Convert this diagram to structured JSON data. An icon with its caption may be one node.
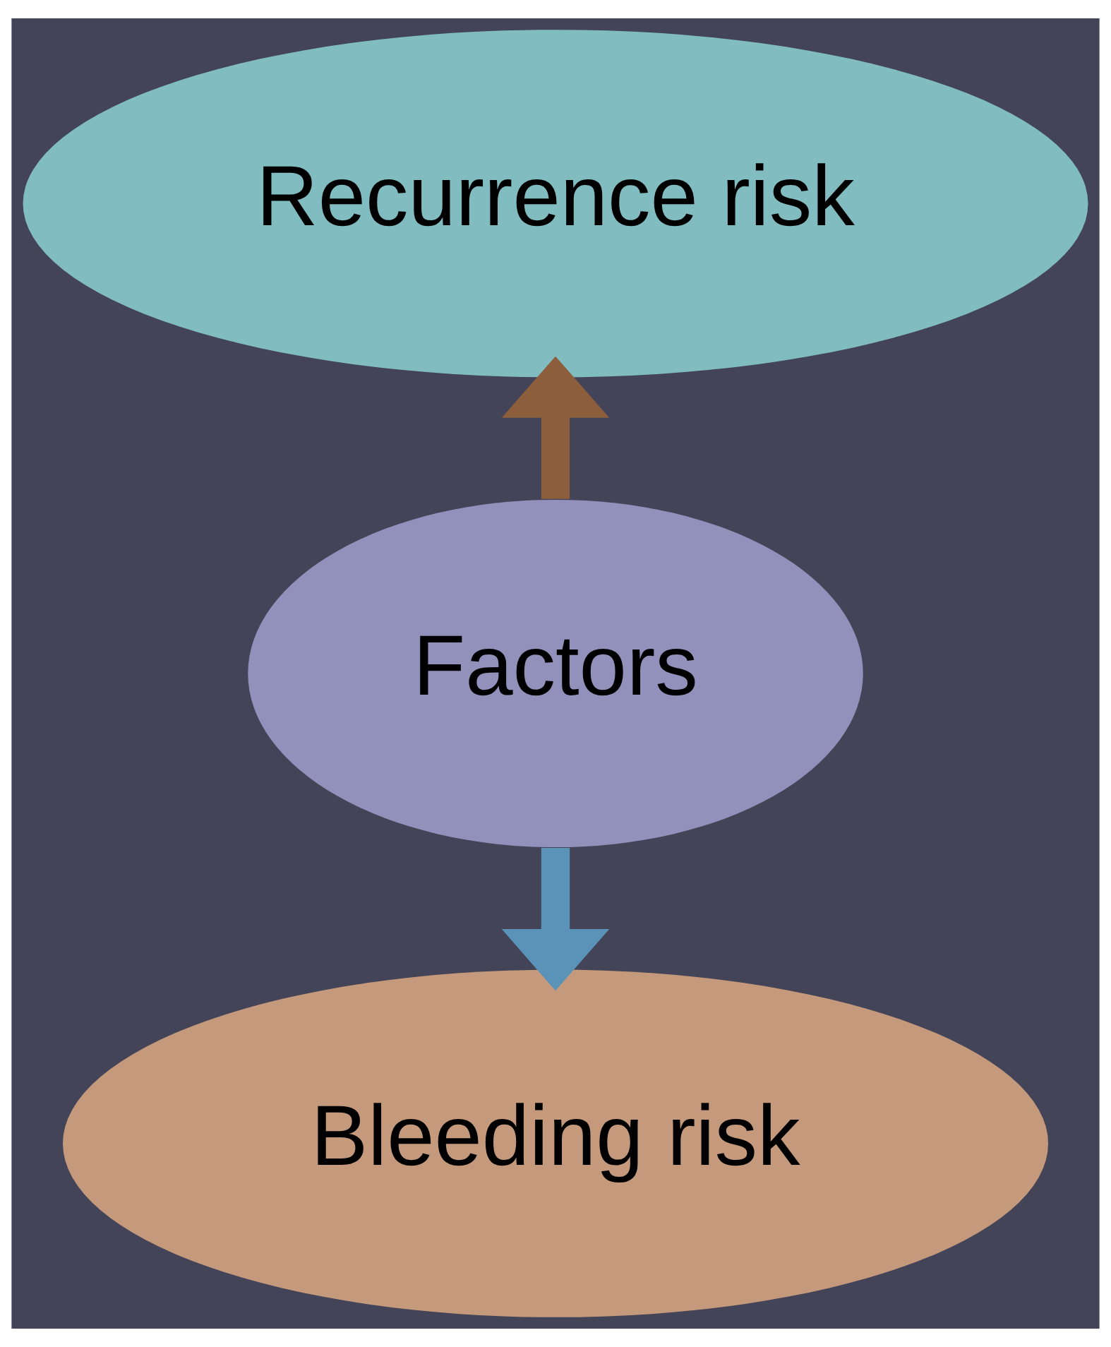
{
  "diagram": {
    "nodes": [
      {
        "text": [
          "Recurrence risk"
        ]
      },
      {
        "text": [
          "Factors"
        ]
      },
      {
        "text": [
          "Bleeding risk"
        ]
      }
    ],
    "edges": [
      {
        "from": 1,
        "to": 0,
        "arrow": "to",
        "color": "#8c5e3c"
      },
      {
        "from": 1,
        "to": 2,
        "arrow": "to",
        "color": "#5b93b8"
      }
    ]
  }
}
